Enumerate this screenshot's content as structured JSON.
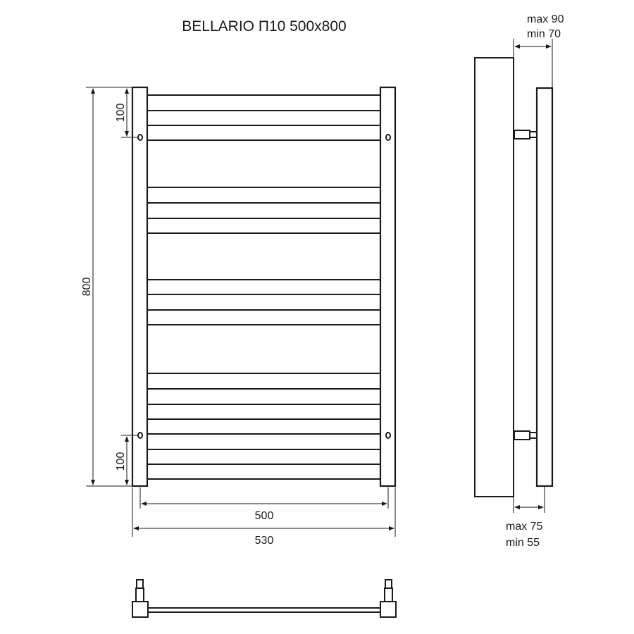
{
  "title": "BELLARIO П10 500x800",
  "dimensions": {
    "height_total": "800",
    "top_offset": "100",
    "bottom_offset": "100",
    "center_distance": "500",
    "total_width": "530",
    "wall_top_max": "max 90",
    "wall_top_min": "min 70",
    "wall_bottom_max": "max 75",
    "wall_bottom_min": "min 55"
  },
  "colors": {
    "line": "#1a1a1a",
    "wall": "#e6e6e6"
  }
}
